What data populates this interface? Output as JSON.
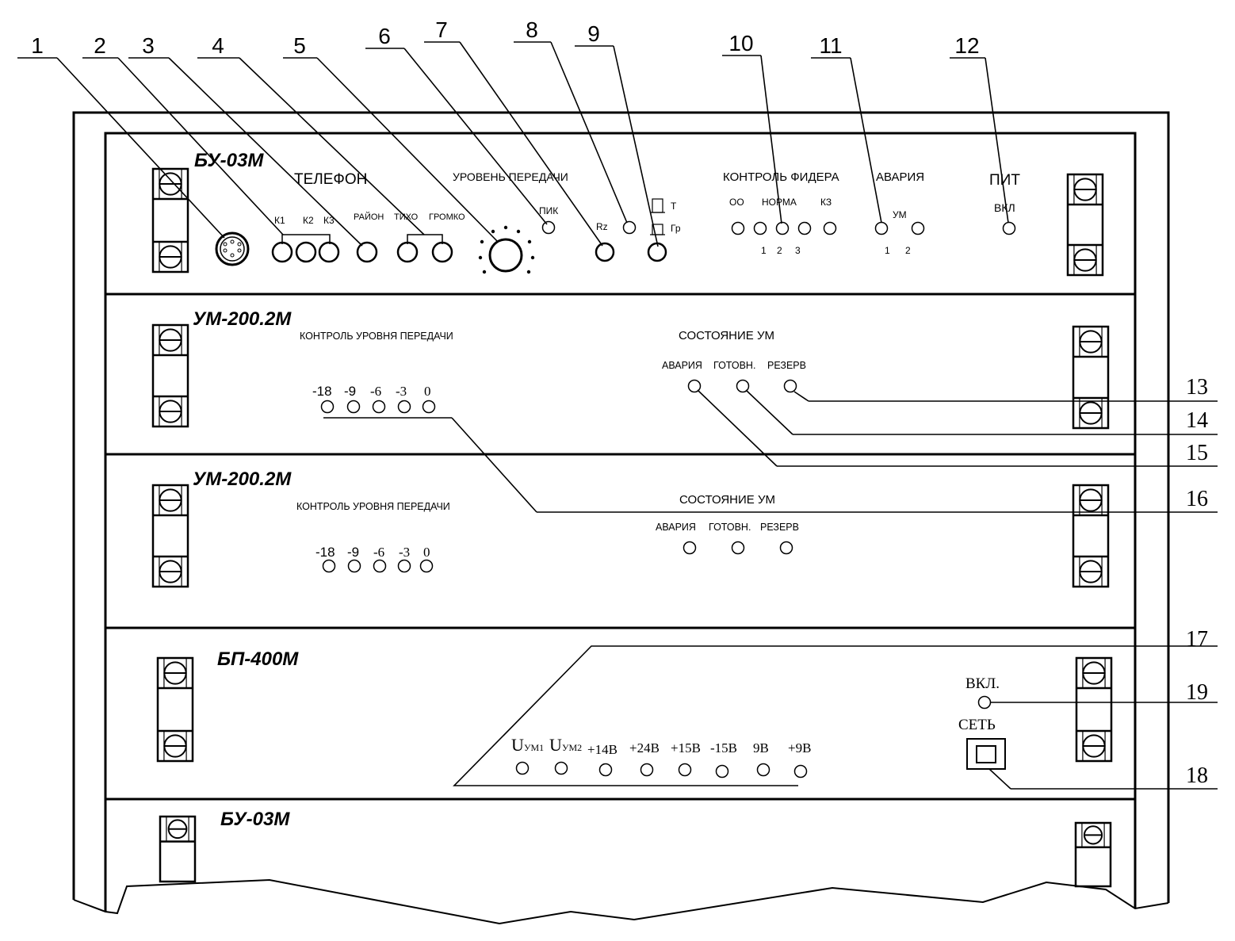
{
  "callouts": {
    "top": [
      "1",
      "2",
      "3",
      "4",
      "5",
      "6",
      "7",
      "8",
      "9",
      "10",
      "11",
      "12"
    ],
    "right": [
      "13",
      "14",
      "15",
      "16",
      "17",
      "19",
      "18"
    ]
  },
  "bu_top": {
    "model": "БУ-03М",
    "telefon": "ТЕЛЕФОН",
    "k1": "К1",
    "k2": "К2",
    "k3": "К3",
    "rayon": "РАЙОН",
    "tiho": "ТИХО",
    "gromko": "ГРОМКО",
    "uroven": "УРОВЕНЬ ПЕРЕДАЧИ",
    "pik": "ПИК",
    "rz": "Rz",
    "t": "Т",
    "gr": "Гр",
    "kontrol_fidera": "КОНТРОЛЬ ФИДЕРА",
    "infinity": "ОО",
    "norma": "НОРМА",
    "kz": "КЗ",
    "fider_nums": [
      "1",
      "2",
      "3"
    ],
    "avaria": "АВАРИЯ",
    "um": "УМ",
    "um_nums": [
      "1",
      "2"
    ],
    "pit": "ПИТ",
    "vkl": "ВКЛ"
  },
  "um1": {
    "model": "УМ-200.2М",
    "kontrol": "КОНТРОЛЬ УРОВНЯ ПЕРЕДАЧИ",
    "levels": [
      "-18",
      "-9",
      "-6",
      "-3",
      "0"
    ],
    "sostoyanie": "СОСТОЯНИЕ УМ",
    "avaria": "АВАРИЯ",
    "gotovn": "ГОТОВН.",
    "rezerv": "РЕЗЕРВ"
  },
  "um2": {
    "model": "УМ-200.2М",
    "kontrol": "КОНТРОЛЬ УРОВНЯ ПЕРЕДАЧИ",
    "levels": [
      "-18",
      "-9",
      "-6",
      "-3",
      "0"
    ],
    "sostoyanie": "СОСТОЯНИЕ УМ",
    "avaria": "АВАРИЯ",
    "gotovn": "ГОТОВН.",
    "rezerv": "РЕЗЕРВ"
  },
  "bp": {
    "model": "БП-400М",
    "u_letter": "U",
    "um1_sub": "УМ1",
    "um2_sub": "УМ2",
    "voltages": [
      "+14В",
      "+24В",
      "+15В",
      "-15В",
      "9В",
      "+9В"
    ],
    "vkl": "ВКЛ.",
    "set": "СЕТЬ"
  },
  "bu_bottom": {
    "model": "БУ-03М"
  }
}
